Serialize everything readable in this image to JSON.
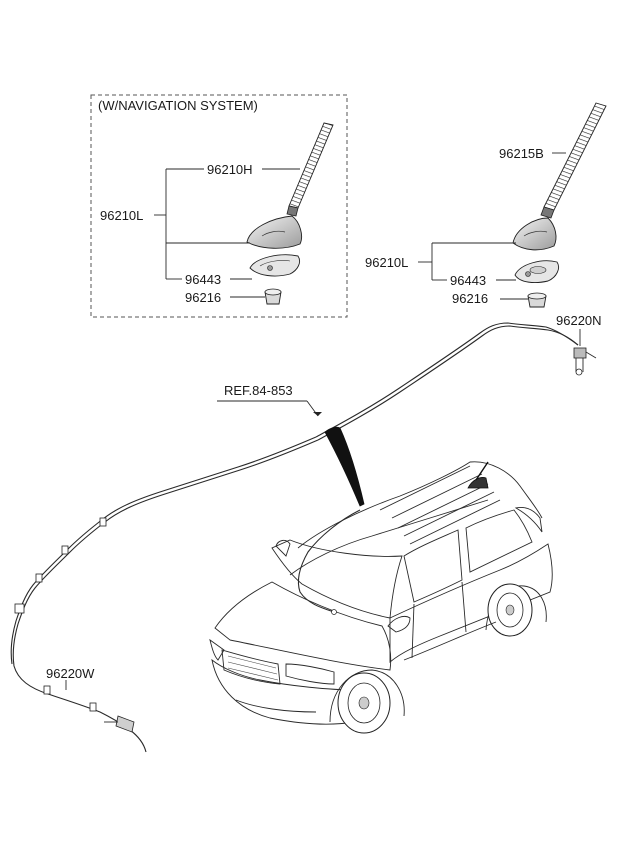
{
  "nav_box": {
    "title": "(W/NAVIGATION SYSTEM)",
    "parts": {
      "antenna_rod": "96210H",
      "antenna_assy": "96210L",
      "pad": "96443",
      "nut": "96216"
    }
  },
  "std_group": {
    "parts": {
      "antenna_rod": "96215B",
      "antenna_assy": "96210L",
      "pad": "96443",
      "nut": "96216"
    }
  },
  "cables": {
    "front_feeder": "96220N",
    "main_feeder": "96220W"
  },
  "reference": "REF.84-853"
}
